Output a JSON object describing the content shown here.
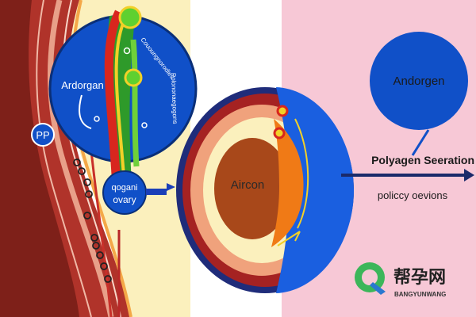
{
  "labels": {
    "top_circle_label": "Ardorgan",
    "left_badge": "PP",
    "ovary_line1": "qogani",
    "ovary_line2": "ovary",
    "center_label": "Aircon",
    "right_circle_label": "Andorgen",
    "right_title": "Polyagen Seeration",
    "right_subtitle": "policcy oevions",
    "vertical_text_1": "Cououngnorodles",
    "vertical_text_2": "Polononaegogons"
  },
  "watermark": {
    "chinese": "帮孕网",
    "latin": "BANGYUNWANG"
  },
  "colors": {
    "deep_blue": "#1050c8",
    "pink_panel": "#f7c8d6",
    "cream": "#fbf0bd",
    "tissue_red": "#b0332a",
    "orange": "#f07a16",
    "brown": "#a8481a",
    "green": "#2e9a2a",
    "yellow": "#f2d028"
  },
  "icons": [
    "arrow-right-icon",
    "arrow-right-icon",
    "watermark-logo-icon"
  ]
}
